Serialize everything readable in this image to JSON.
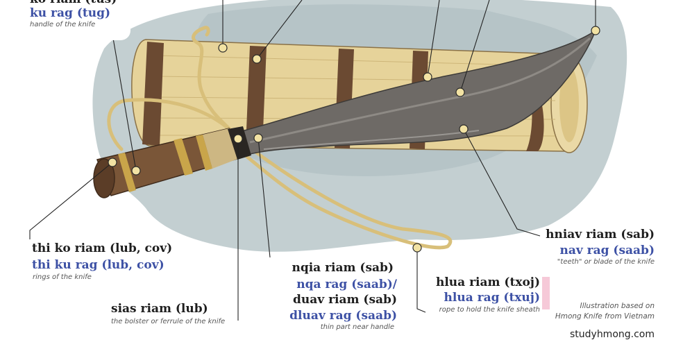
{
  "labels": {
    "handle": {
      "hmong_white": "ko riam (tus)",
      "hmong_green": "ku rag (tug)",
      "english": "handle of the knife"
    },
    "rings": {
      "hmong_white": "thi ko riam (lub, cov)",
      "hmong_green": "thi ku rag (lub, cov)",
      "english": "rings of the knife"
    },
    "bolster": {
      "hmong_white": "sias riam (lub)",
      "english": "the bolster  or ferrule of the knife"
    },
    "neck": {
      "hmong_white": "nqia riam (sab)",
      "hmong_green": "nqa rag (saab)/",
      "hmong_white_2": "duav riam (sab)",
      "hmong_green_2": "dluav rag (saab)",
      "english": "thin part near handle"
    },
    "rope": {
      "hmong_white": "hlua riam (txoj)",
      "hmong_green": "hlua rag (txuj)",
      "english": "rope to hold the knife sheath"
    },
    "blade": {
      "hmong_white": "hniav riam (sab)",
      "hmong_green": "nav rag (saab)",
      "english": "\"teeth\" or blade of the knife"
    }
  },
  "credit": {
    "line1": "Illustration based on",
    "line2": "Hmong Knife from Vietnam"
  },
  "site": "studyhmong.com",
  "colors": {
    "hmong_white_text": "#1e1e1e",
    "hmong_green_text": "#3d51a5",
    "english_text": "#555555",
    "wash": "#b9c7c9",
    "sheath": "#e6d39a",
    "band": "#6b4a32",
    "blade": "#6e6a66",
    "handle": "#7a5638",
    "rope": "#d8bf7a",
    "marker": "#f6c9d8"
  }
}
